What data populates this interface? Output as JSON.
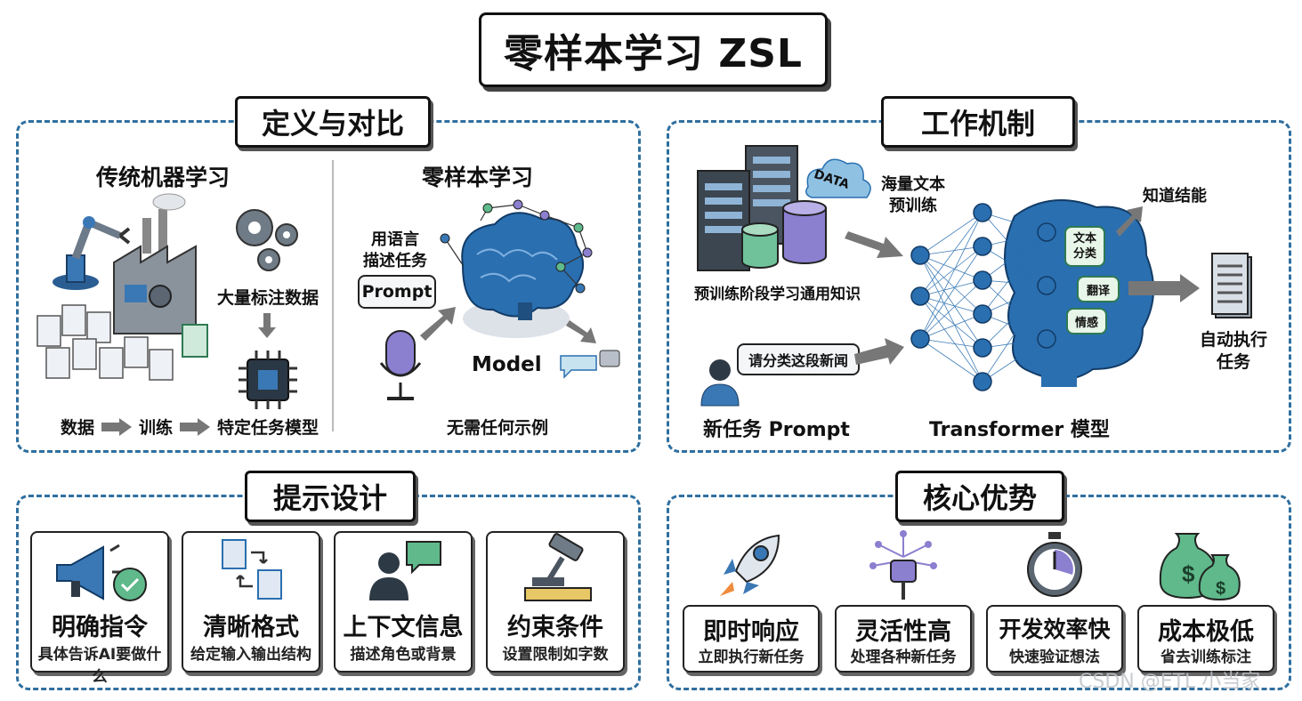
{
  "title": "零样本学习 ZSL",
  "sections": {
    "definition": {
      "title": "定义与对比",
      "traditional": {
        "heading": "传统机器学习",
        "annotation": "大量标注数据",
        "flow": [
          "数据",
          "训练",
          "特定任务模型"
        ]
      },
      "zsl": {
        "heading": "零样本学习",
        "lang_label": "用语言\n描述任务",
        "prompt_bubble": "Prompt",
        "model_label": "Model",
        "footer": "无需任何示例"
      }
    },
    "mechanism": {
      "title": "工作机制",
      "data_badge": "DATA",
      "corpus_label": "海量文本\n预训练",
      "pretrain_label": "预训练阶段学习通用知识",
      "request_bubble": "请分类这段新闻",
      "new_task_label": "新任务 Prompt",
      "model_label": "Transformer 模型",
      "tasks": [
        "文本\n分类",
        "翻译",
        "情感"
      ],
      "knowledge_label": "知道结能",
      "output_label": "自动执行\n任务"
    },
    "prompt_design": {
      "title": "提示设计",
      "cards": [
        {
          "title": "明确指令",
          "desc": "具体告诉AI要做什么"
        },
        {
          "title": "清晰格式",
          "desc": "给定输入输出结构"
        },
        {
          "title": "上下文信息",
          "desc": "描述角色或背景"
        },
        {
          "title": "约束条件",
          "desc": "设置限制如字数"
        }
      ]
    },
    "advantages": {
      "title": "核心优势",
      "cards": [
        {
          "title": "即时响应",
          "desc": "立即执行新任务"
        },
        {
          "title": "灵活性高",
          "desc": "处理各种新任务"
        },
        {
          "title": "开发效率快",
          "desc": "快速验证想法"
        },
        {
          "title": "成本极低",
          "desc": "省去训练标注"
        }
      ]
    }
  },
  "watermark": "CSDN @ETL 小当家",
  "colors": {
    "panel_border": "#2f6f9f",
    "brain_blue": "#2a6fb0",
    "accent_green": "#5fb98a",
    "accent_purple": "#8b7fd0"
  }
}
